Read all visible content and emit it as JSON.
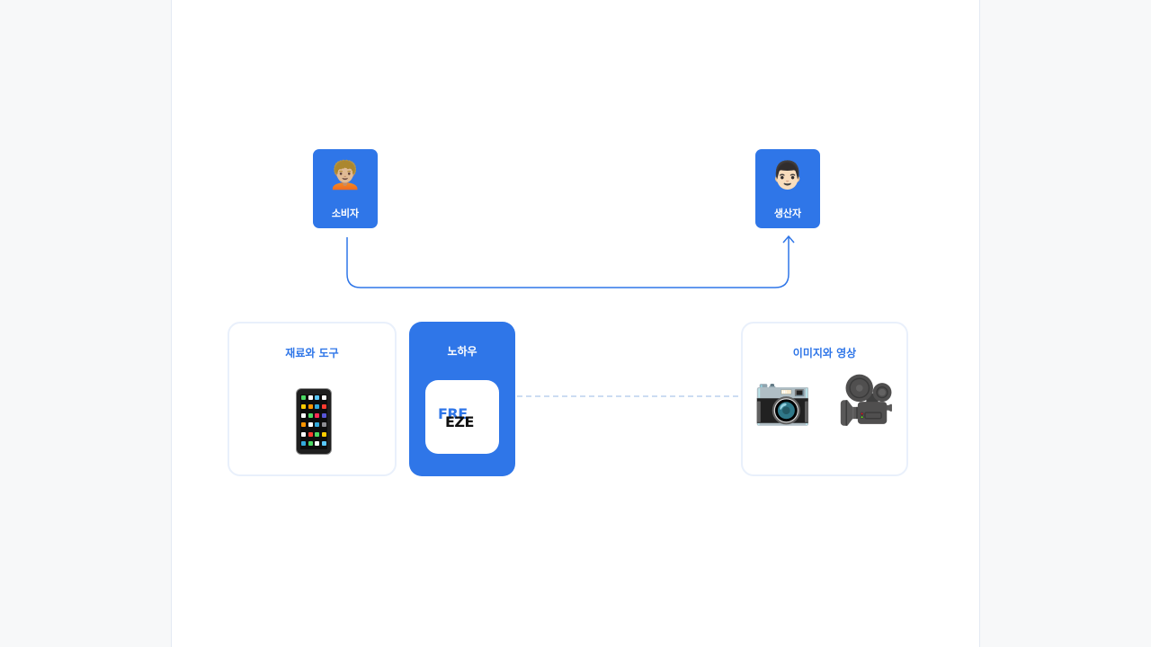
{
  "nodes": {
    "consumer": {
      "label": "소비자",
      "emoji": "🧑🏼‍🦱"
    },
    "producer": {
      "label": "생산자",
      "emoji": "👨🏻"
    }
  },
  "boxes": {
    "materials": {
      "title": "재료와 도구",
      "icon": "mobile-phone-icon"
    },
    "knowhow": {
      "title": "노하우",
      "logo_line1": "FRE",
      "logo_line2": "EZE"
    },
    "media": {
      "title": "이미지와 영상",
      "icons": [
        "📷",
        "🎥"
      ]
    }
  },
  "colors": {
    "accent": "#2f76e8",
    "box_border": "#e9f0fb",
    "dashed_line": "#9ab8e6"
  }
}
